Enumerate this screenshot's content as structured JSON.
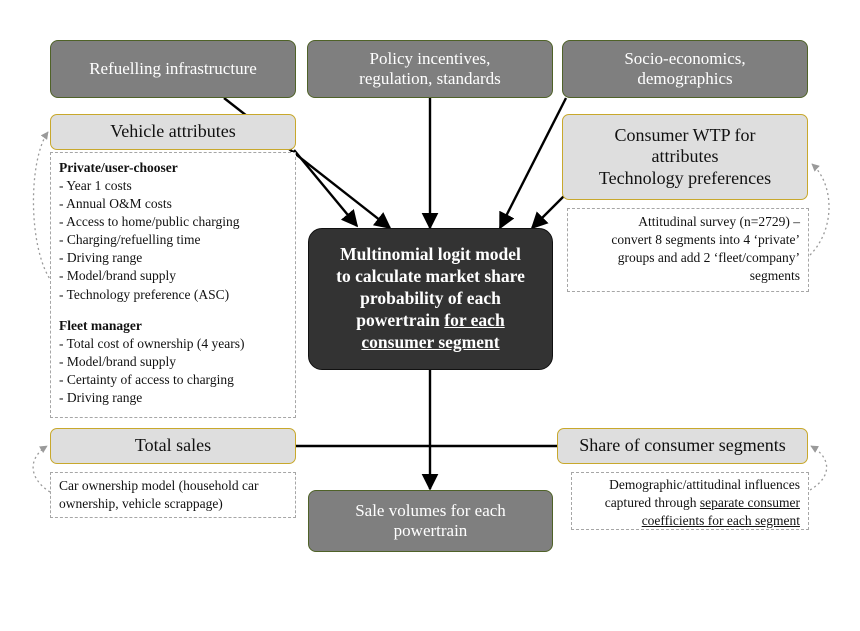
{
  "top_boxes": {
    "refuelling": "Refuelling infrastructure",
    "policy": "Policy incentives,\nregulation, standards",
    "socio": "Socio-economics,\ndemographics"
  },
  "vehicle_attributes": {
    "title": "Vehicle attributes",
    "private_heading": "Private/user-chooser",
    "private_items": [
      "- Year 1 costs",
      "- Annual O&M costs",
      "- Access to home/public charging",
      "- Charging/refuelling time",
      "- Driving range",
      "- Model/brand supply",
      "- Technology preference (ASC)"
    ],
    "fleet_heading": "Fleet manager",
    "fleet_items": [
      "- Total cost of ownership (4 years)",
      "- Model/brand supply",
      "- Certainty of access to charging",
      "- Driving range"
    ]
  },
  "consumer_wtp": {
    "title": "Consumer WTP for\nattributes\nTechnology preferences",
    "survey_note": "Attitudinal survey (n=2729) –\nconvert 8 segments into 4 ‘private’\ngroups and add 2 ‘fleet/company’\nsegments"
  },
  "center_model": {
    "text": "Multinomial logit model\nto calculate market share\nprobability of each\npowertrain",
    "underlined": "for each\nconsumer segment"
  },
  "total_sales": {
    "title": "Total sales",
    "note": "Car ownership model (household car\nownership, vehicle scrappage)"
  },
  "share_segments": {
    "title": "Share of consumer segments",
    "note_plain": "Demographic/attitudinal influences\ncaptured through ",
    "note_underlined": "separate consumer\ncoefficients for each segment"
  },
  "sale_volumes": "Sale volumes for each\npowertrain",
  "colors": {
    "gray_box": "#7f7f7f",
    "beige_box": "#dedede",
    "gold_border": "#c8a82c",
    "dark_box": "#333333",
    "dashed_border": "#a6a6a6"
  }
}
